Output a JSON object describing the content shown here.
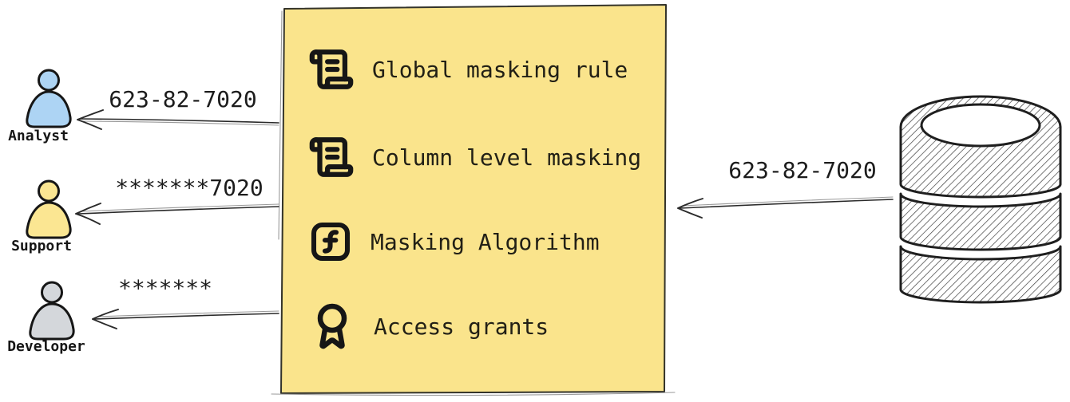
{
  "diagram": {
    "masking_box": {
      "background": "#FAE48C",
      "border_color": "#33332a",
      "items": [
        {
          "icon": "scroll-text-icon",
          "label": "Global masking rule"
        },
        {
          "icon": "scroll-text-icon",
          "label": "Column level masking"
        },
        {
          "icon": "square-function-icon",
          "label": "Masking Algorithm"
        },
        {
          "icon": "award-icon",
          "label": "Access grants"
        }
      ]
    },
    "personas": [
      {
        "name": "Analyst",
        "received_value": "623-82-7020",
        "color": "#ADD4F4"
      },
      {
        "name": "Support",
        "received_value": "*******7020",
        "color": "#FBE692"
      },
      {
        "name": "Developer",
        "received_value": "*******",
        "color": "#D4D7DB"
      }
    ],
    "database": {
      "outgoing_value": "623-82-7020"
    }
  }
}
